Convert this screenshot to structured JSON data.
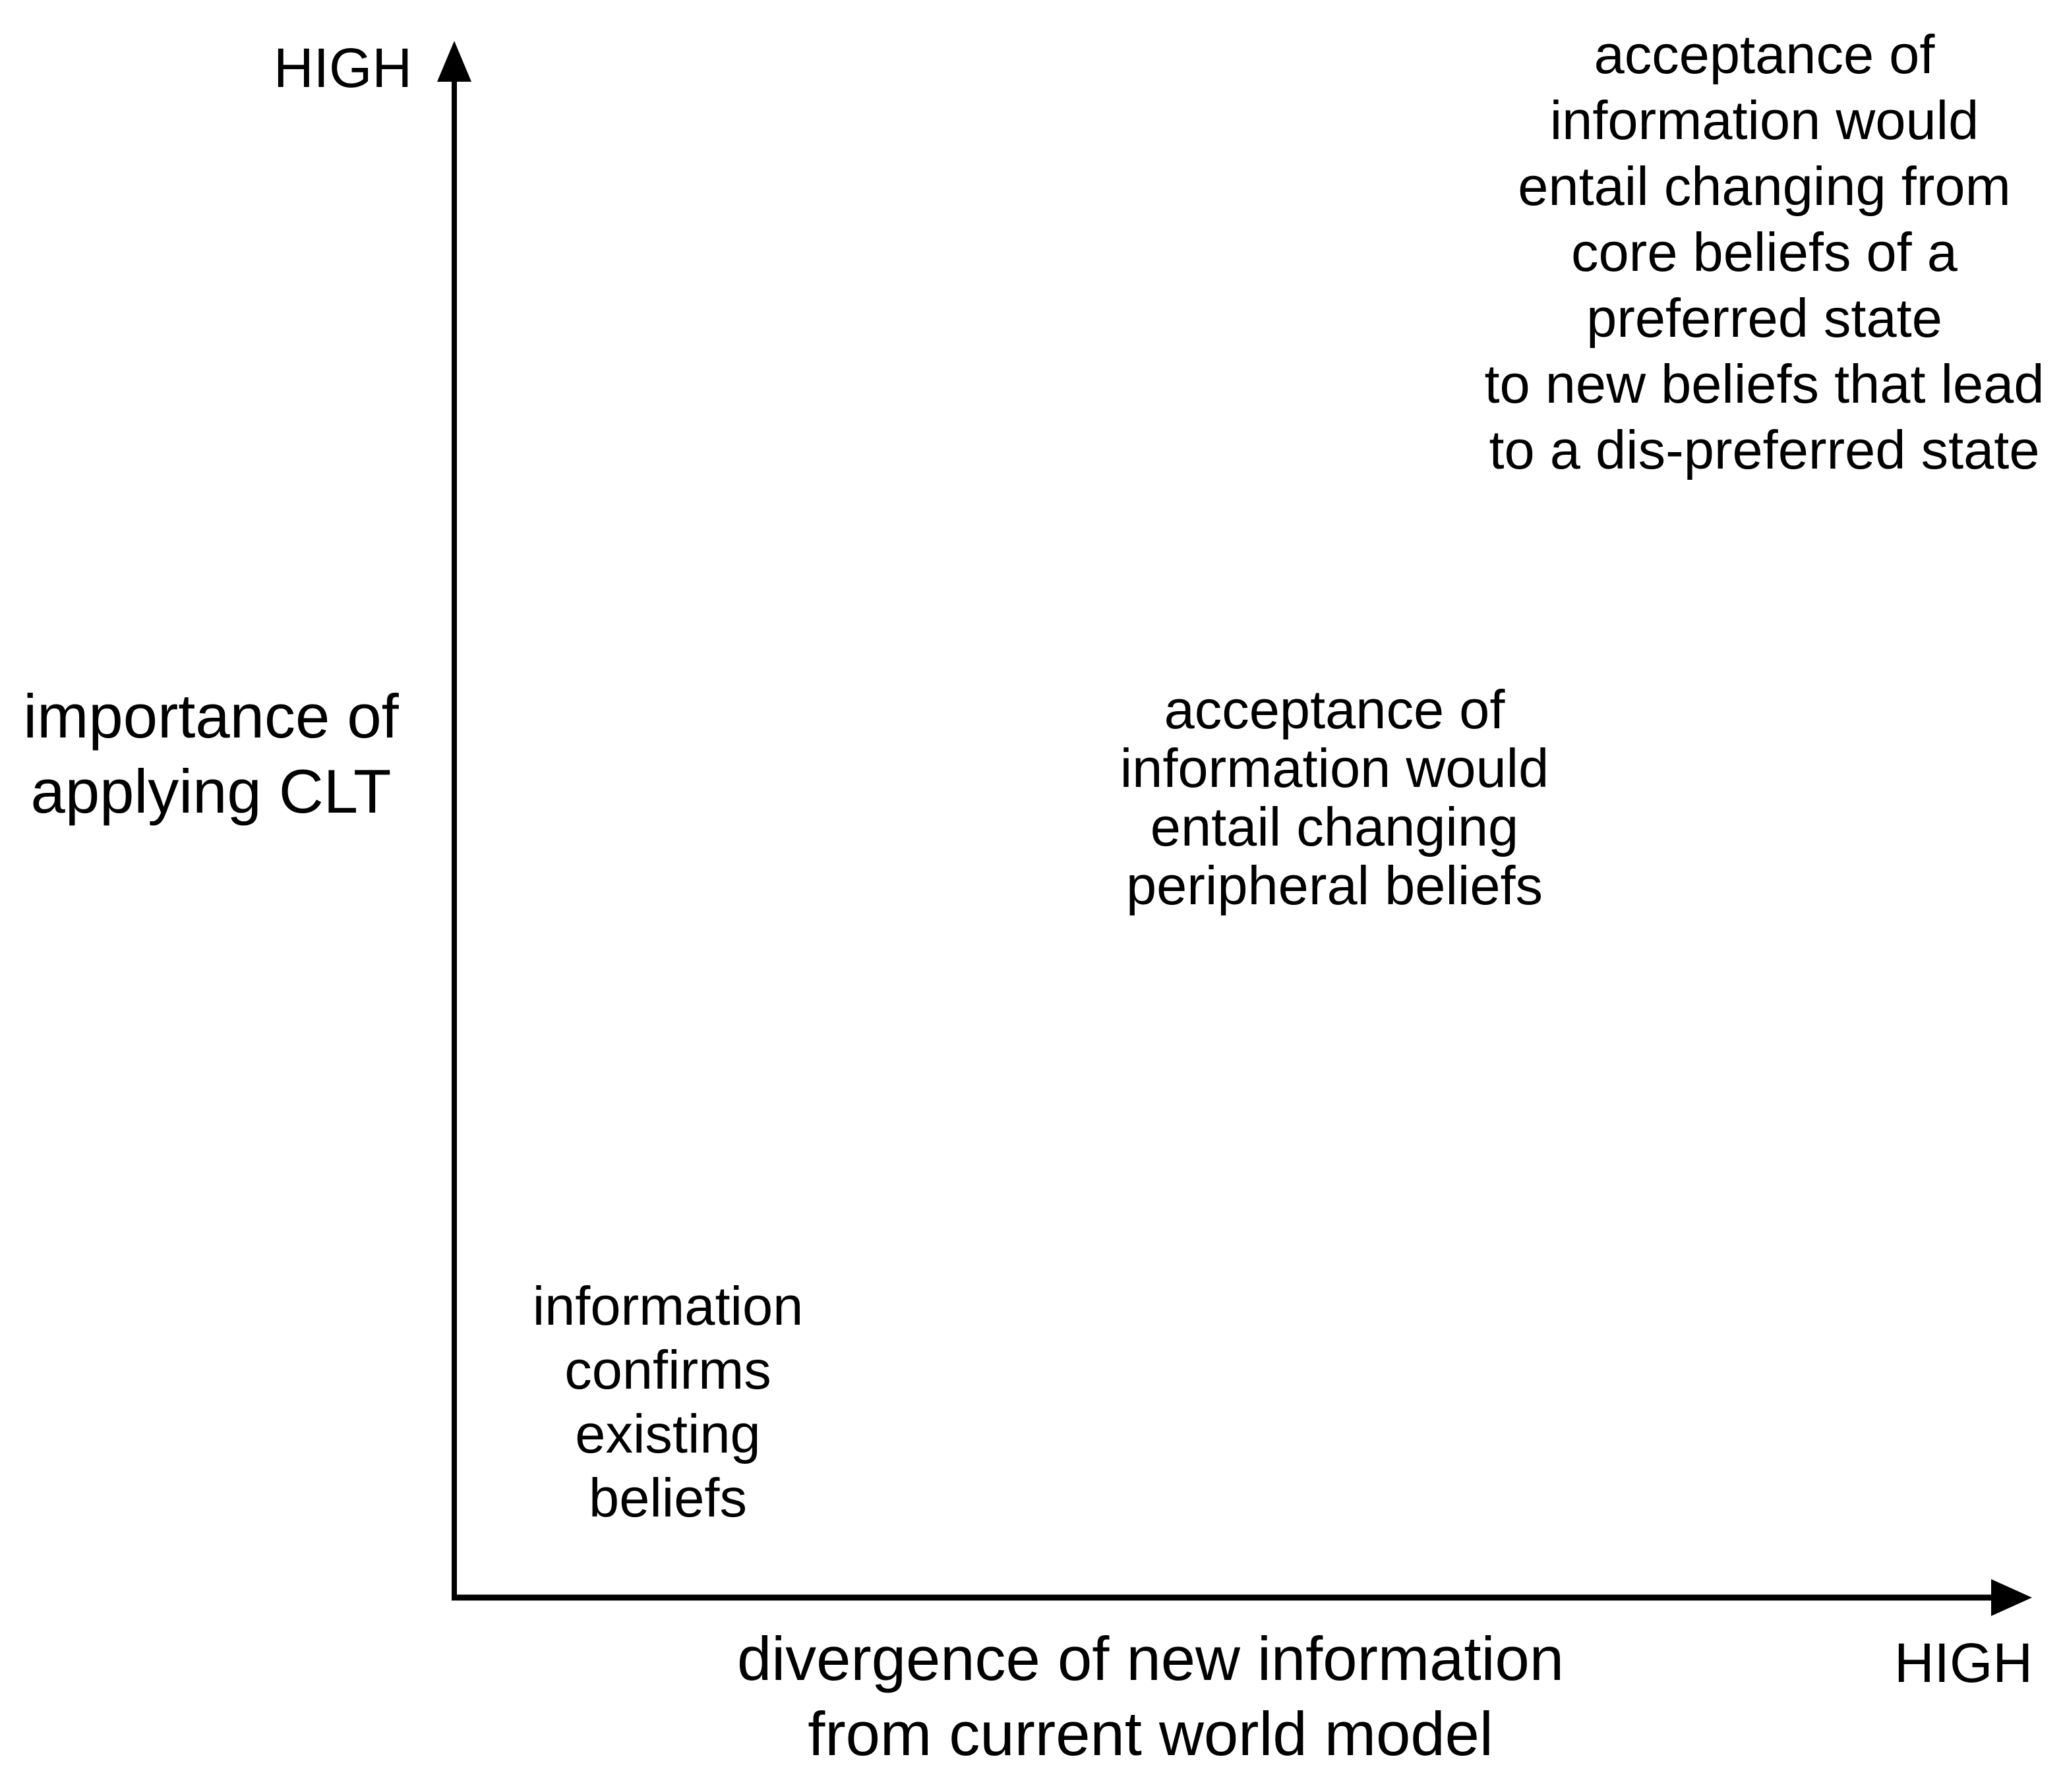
{
  "figure": {
    "background_color": "#ffffff",
    "ink_color": "#000000",
    "y_axis": {
      "high_label": "HIGH",
      "title_lines": [
        "importance of",
        "applying CLT"
      ]
    },
    "x_axis": {
      "high_label": "HIGH",
      "title_lines": [
        "divergence of new information",
        "from current world model"
      ]
    },
    "annotations": {
      "low_divergence_low_importance": {
        "lines": [
          "information",
          "confirms",
          "existing",
          "beliefs"
        ]
      },
      "mid_divergence_mid_importance": {
        "lines": [
          "acceptance of",
          "information would",
          "entail changing",
          "peripheral beliefs"
        ]
      },
      "high_divergence_high_importance": {
        "lines": [
          "acceptance of",
          "information would",
          "entail changing from",
          "core beliefs of a",
          "preferred state",
          "to new beliefs that lead",
          "to a dis-preferred state"
        ]
      }
    }
  }
}
